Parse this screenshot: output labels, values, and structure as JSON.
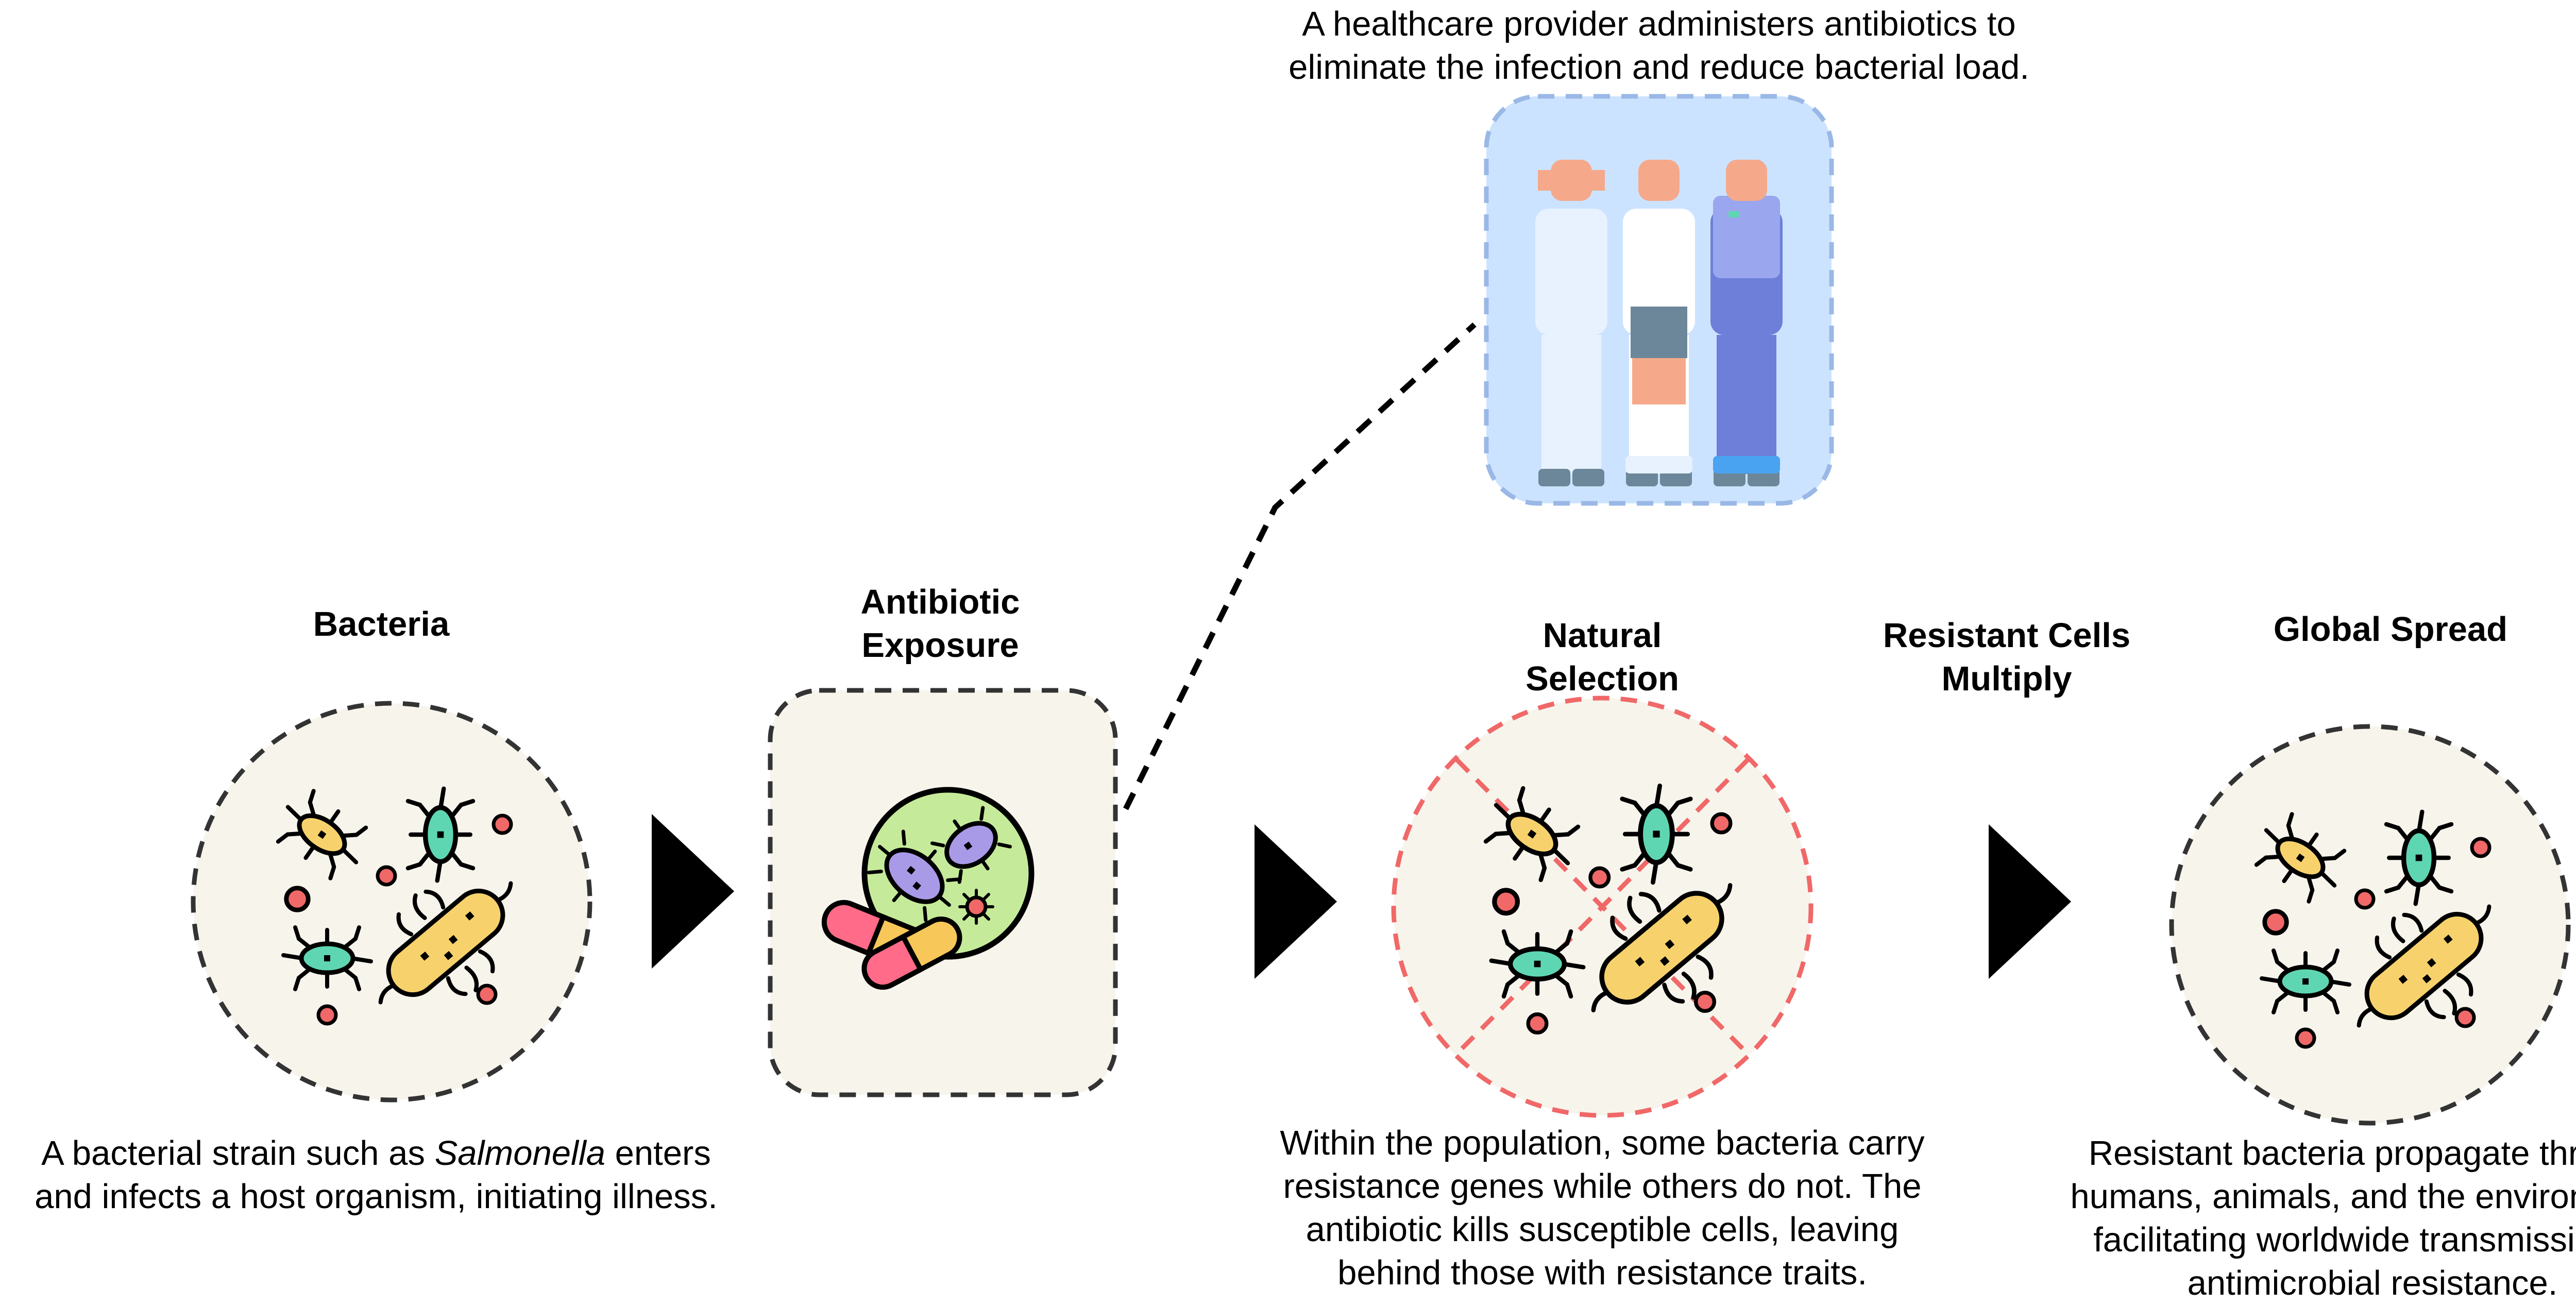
{
  "colors": {
    "panel_fill": "#f7f4ec",
    "panel_border": "#333333",
    "selection_border": "#f06868",
    "provider_fill": "#cce3ff",
    "provider_border": "#9ab8e6",
    "arrow": "#000000",
    "bacterium_yellow": "#f7d26c",
    "bacterium_teal": "#5fd6b2",
    "bacterium_purple": "#a99ae8",
    "dot_red": "#f06868",
    "pill_red": "#ff6b88",
    "pill_yellow": "#f7c75a",
    "petri_green": "#c5eb9a"
  },
  "icons": [
    "bacteria-cluster-icon",
    "petri-dish-pills-icon",
    "healthcare-workers-icon",
    "crossed-out-marks-icon"
  ],
  "steps": {
    "bacteria": {
      "title": "Bacteria",
      "caption_before": "A bacterial strain such as ",
      "caption_italic": "Salmonella",
      "caption_after": " enters and infects a host organism, initiating illness."
    },
    "antibiotic": {
      "title_line1": "Antibiotic",
      "title_line2": "Exposure"
    },
    "provider": {
      "caption_line1": "A healthcare provider administers antibiotics to",
      "caption_line2": "eliminate the infection and reduce bacterial load."
    },
    "selection": {
      "title_line1": "Natural",
      "title_line2": "Selection",
      "caption_line1": "Within the population, some bacteria carry",
      "caption_line2": "resistance genes while others do not. The",
      "caption_line3": "antibiotic kills susceptible cells, leaving",
      "caption_line4": "behind those with resistance traits."
    },
    "multiply": {
      "title_line1": "Resistant Cells",
      "title_line2": "Multiply"
    },
    "spread": {
      "title": "Global Spread",
      "caption_line1": "Resistant bacteria propagate through",
      "caption_line2": "humans, animals, and the environment,",
      "caption_line3": "facilitating worldwide transmission of",
      "caption_line4": "antimicrobial resistance."
    }
  }
}
